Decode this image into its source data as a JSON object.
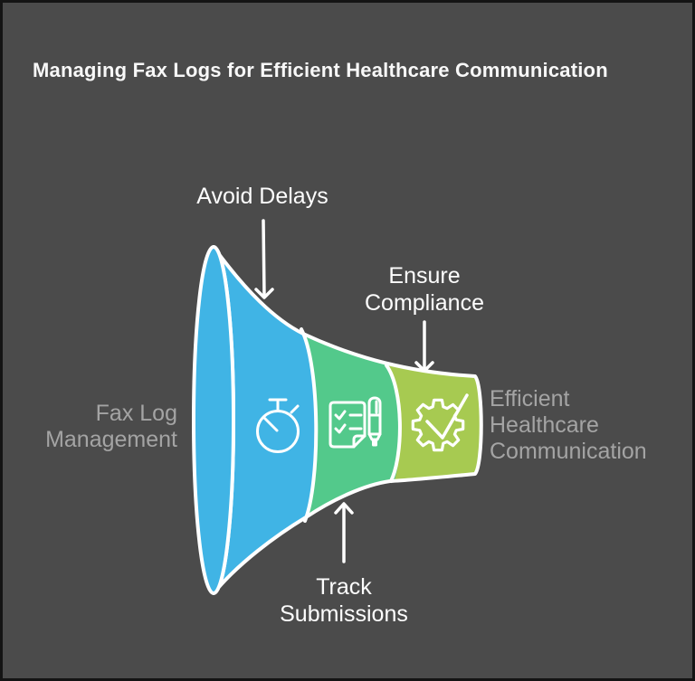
{
  "title": "Managing Fax Logs for Efficient Healthcare Communication",
  "colors": {
    "background": "#4b4b4b",
    "border": "#141414",
    "stage_blue": "#40b4e5",
    "stage_green": "#53c98b",
    "stage_lime": "#a7ca51",
    "outline": "#ffffff",
    "title_text": "#f8f8f8",
    "callout_text": "#fdfdfd",
    "side_text": "#a4a4a4"
  },
  "funnel": {
    "input_label": {
      "lines": [
        "Fax Log",
        "Management"
      ]
    },
    "output_label": {
      "lines": [
        "Efficient",
        "Healthcare",
        "Communication"
      ]
    },
    "stages": [
      {
        "label_lines": [
          "Avoid Delays"
        ],
        "icon": "stopwatch-icon",
        "color": "#40b4e5",
        "callout_position": "top"
      },
      {
        "label_lines": [
          "Track",
          "Submissions"
        ],
        "icon": "checklist-pen-icon",
        "color": "#53c98b",
        "callout_position": "bottom"
      },
      {
        "label_lines": [
          "Ensure",
          "Compliance"
        ],
        "icon": "gear-check-icon",
        "color": "#a7ca51",
        "callout_position": "top"
      }
    ]
  }
}
